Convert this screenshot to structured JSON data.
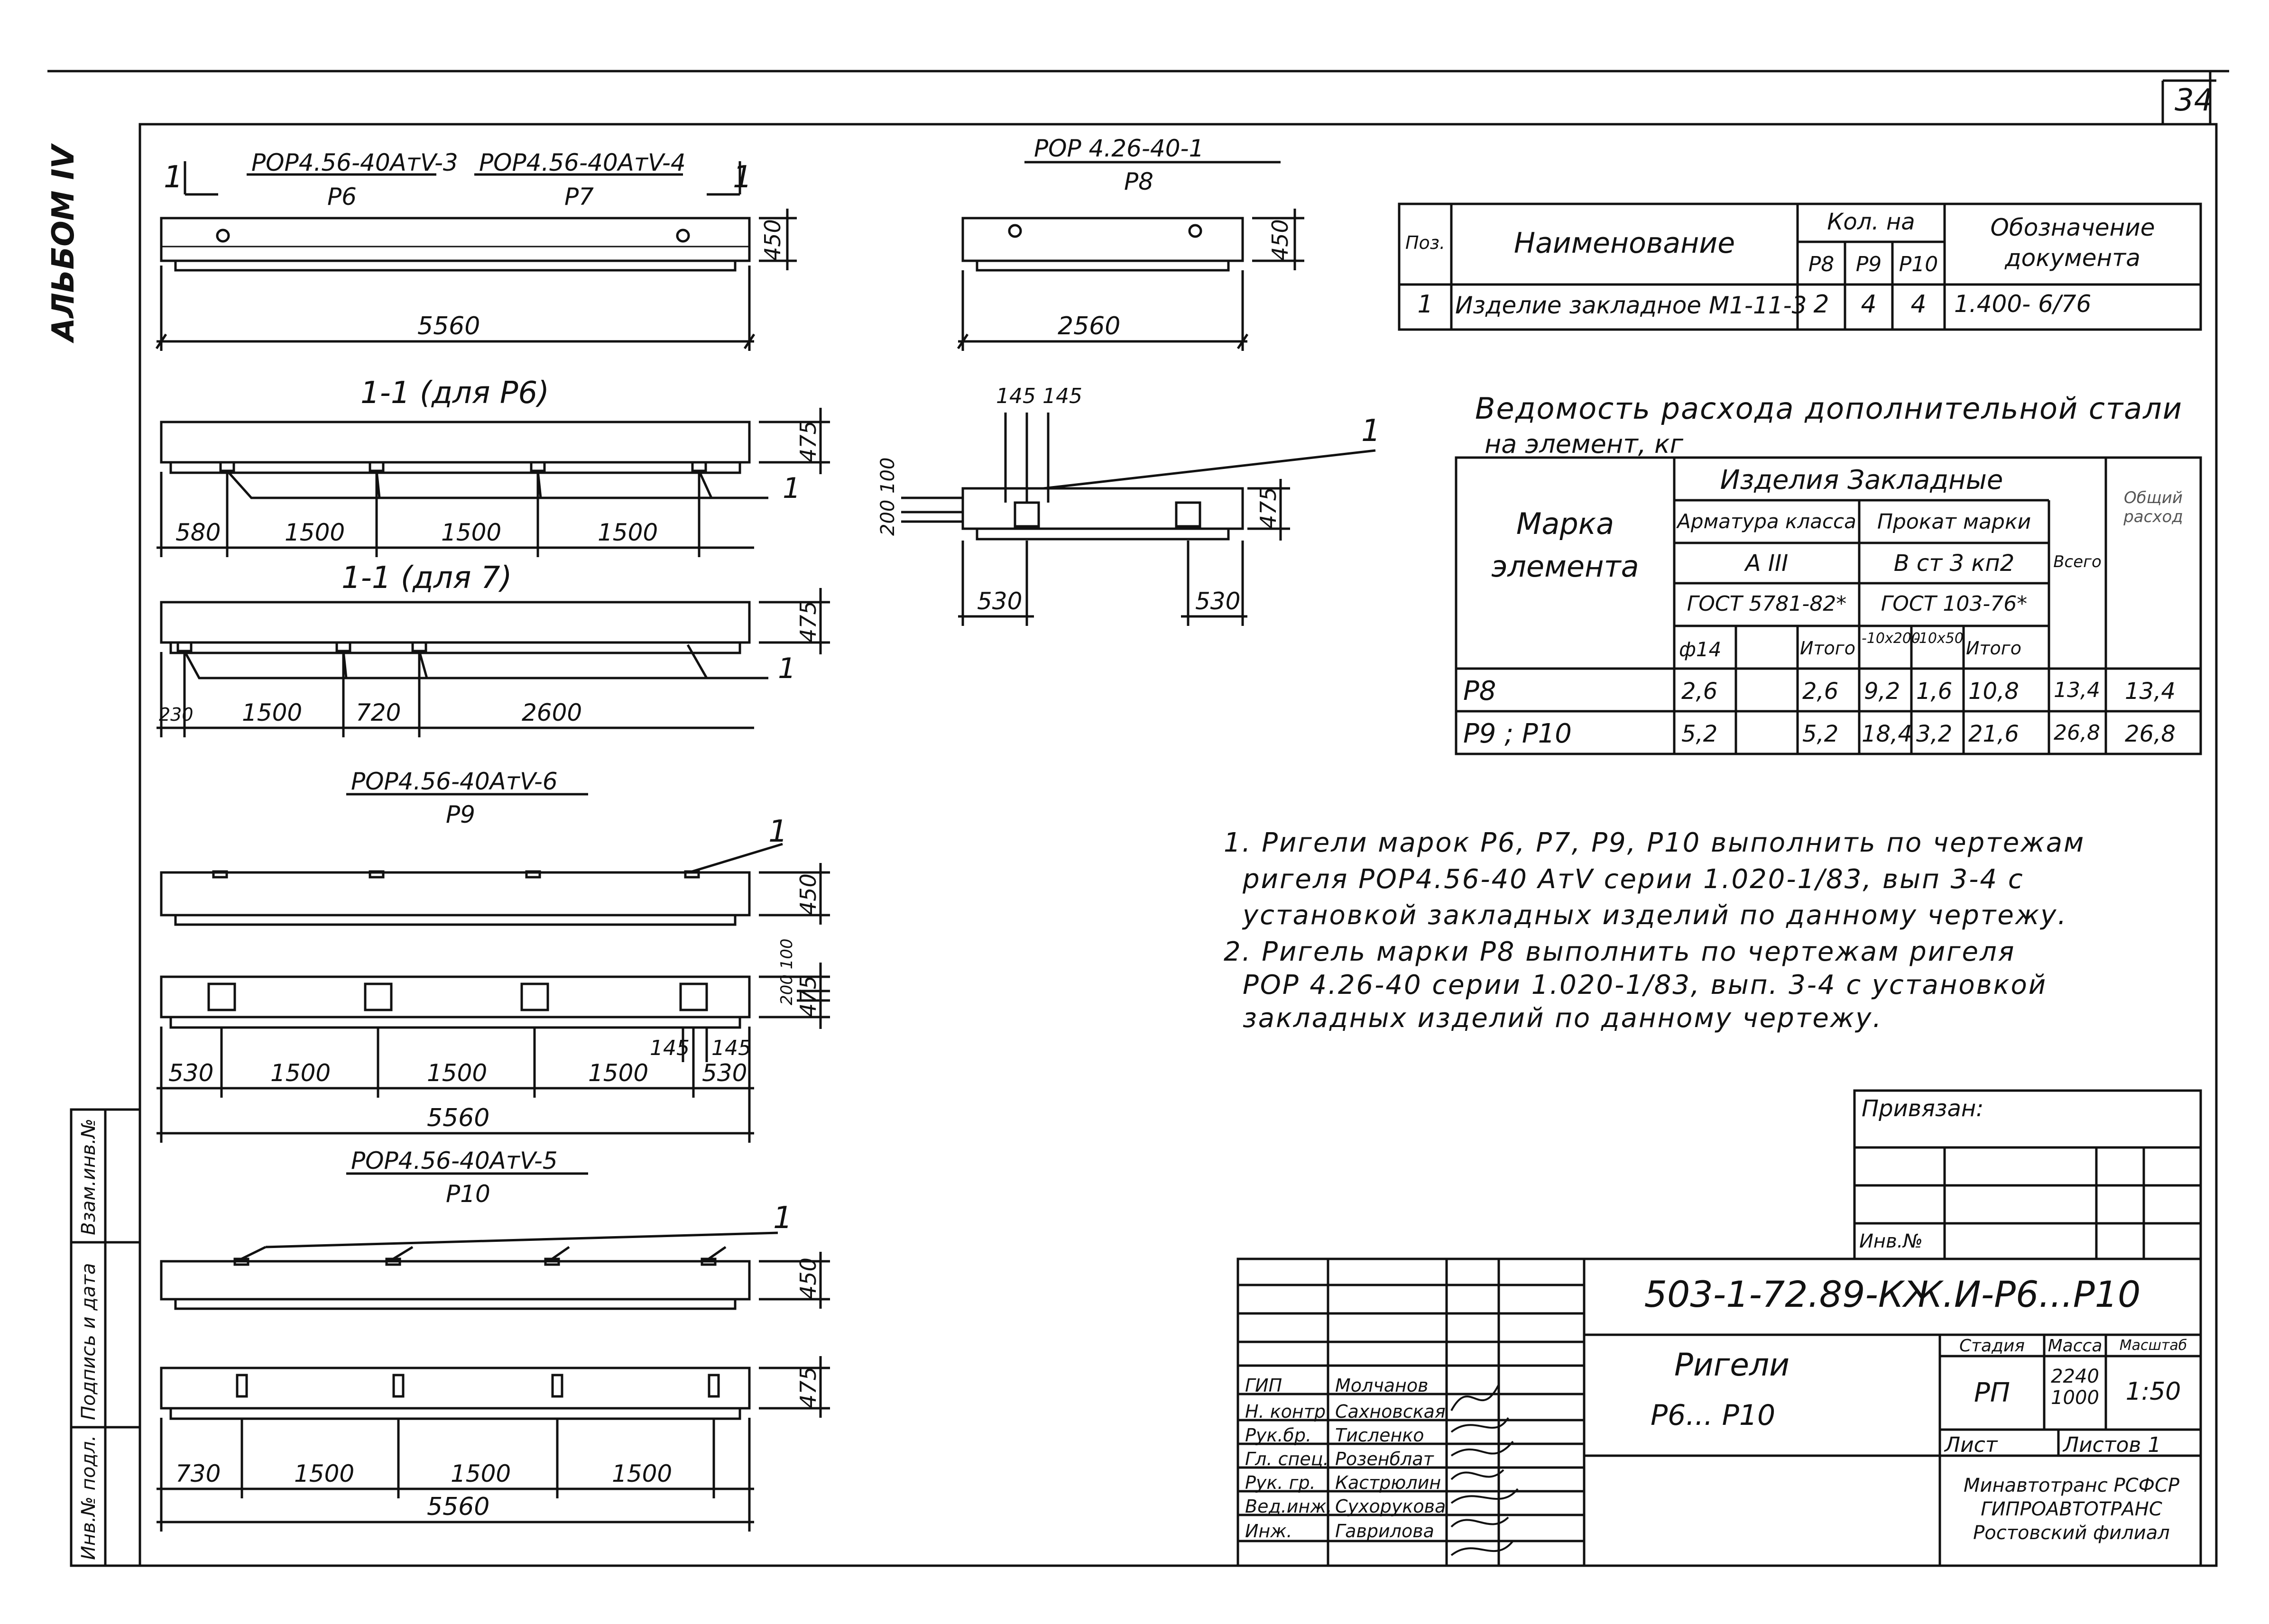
{
  "page_number": "34",
  "album": "АЛЬБОМ IV",
  "side_stamp": {
    "cells": [
      "Инв.№ подл.",
      "Подпись и дата",
      "Взам.инв.№"
    ]
  },
  "drawings": {
    "p6_label": "РОР4.56-40АтV-3",
    "p6_mark": "Р6",
    "p7_label": "РОР4.56-40АтV-4",
    "p7_mark": "Р7",
    "cut_left": "1",
    "cut_right": "1",
    "main_length": "5560",
    "main_height": "450",
    "section_p6_title": "1-1 (для Р6)",
    "section_p6_height": "475",
    "section_p6_dims": [
      "580",
      "1500",
      "1500",
      "1500"
    ],
    "section_p7_title": "1-1 (для 7)",
    "section_p7_height": "475",
    "section_p7_dims": [
      "230",
      "1500",
      "720",
      "2600"
    ],
    "item_marker": "1",
    "p8_label": "РОР 4.26-40-1",
    "p8_mark": "Р8",
    "p8_length": "2560",
    "p8_height": "450",
    "detail_top_dims": "145 145",
    "detail_left_dims": "200 100",
    "detail_height": "475",
    "detail_bottom_dims": [
      "530",
      "530"
    ],
    "p9_label": "РОР4.56-40АтV-6",
    "p9_mark": "Р9",
    "p9_height": "450",
    "p9_plan_height": "475",
    "p9_plan_side_dims": "200 100",
    "p9_insert_dims": [
      "145",
      "145"
    ],
    "p9_dims": [
      "530",
      "1500",
      "1500",
      "1500",
      "530"
    ],
    "p9_length": "5560",
    "p10_label": "РОР4.56-40АтV-5",
    "p10_mark": "Р10",
    "p10_height": "450",
    "p10_plan_height": "475",
    "p10_dims": [
      "730",
      "1500",
      "1500",
      "1500"
    ],
    "p10_length": "5560"
  },
  "spec_table": {
    "headers": {
      "pos": "Поз.",
      "name": "Наименование",
      "qty": "Кол. на",
      "doc": "Обозначение документа"
    },
    "qty_cols": [
      "Р8",
      "Р9",
      "Р10"
    ],
    "rows": [
      {
        "pos": "1",
        "name": "Изделие закладное М1-11-3",
        "q": [
          "2",
          "4",
          "4"
        ],
        "doc": "1.400- 6/76"
      }
    ]
  },
  "steel_table": {
    "title_line1": "Ведомость расхода дополнительной стали",
    "title_line2": "на элемент, кг",
    "headers": {
      "mark": "Марка элемента",
      "group": "Изделия Закладные",
      "rebar": "Арматура класса",
      "rebar_class": "А III",
      "rebar_gost": "ГОСТ 5781-82*",
      "rolled": "Прокат марки",
      "rolled_grade": "В ст 3 кп2",
      "rolled_gost": "ГОСТ 103-76*",
      "total": "Всего",
      "grand": "Общий расход",
      "d14": "ф14",
      "itogo": "Итого",
      "s1": "-10х200",
      "s2": "-10х50",
      "itogo2": "Итого"
    },
    "rows": [
      {
        "mark": "Р8",
        "d14": "2,6",
        "e": "",
        "it": "2,6",
        "a": "9,2",
        "b": "1,6",
        "it2": "10,8",
        "tot": "13,4",
        "grand": "13,4"
      },
      {
        "mark": "Р9 ; Р10",
        "d14": "5,2",
        "e": "",
        "it": "5,2",
        "a": "18,4",
        "b": "3,2",
        "it2": "21,6",
        "tot": "26,8",
        "grand": "26,8"
      }
    ]
  },
  "notes": [
    "1. Ригели марок Р6, Р7, Р9, Р10 выполнить по чертежам",
    "ригеля РОР4.56-40 АтV серии 1.020-1/83, вып 3-4 с",
    "установкой закладных изделий по данному чертежу.",
    "2. Ригель марки Р8 выполнить по чертежам ригеля",
    "РОР 4.26-40 серии 1.020-1/83, вып. 3-4 с установкой",
    "закладных изделий по данному чертежу."
  ],
  "bound": {
    "label": "Привязан:",
    "inv": "Инв.№"
  },
  "title_block": {
    "doc_code": "503-1-72.89-КЖ.И-Р6...Р10",
    "title_line1": "Ригели",
    "title_line2": "Р6... Р10",
    "stage_h": "Стадия",
    "mass_h": "Масса",
    "scale_h": "Масштаб",
    "stage": "РП",
    "mass_line1": "2240",
    "mass_line2": "1000",
    "scale": "1:50",
    "sheet": "Лист",
    "sheets": "Листов 1",
    "org_line1": "Минавтотранс РСФСР",
    "org_line2": "ГИПРОАВТОТРАНС",
    "org_line3": "Ростовский филиал",
    "people": [
      {
        "role": "ГИП",
        "name": "Молчанов"
      },
      {
        "role": "Н. контр.",
        "name": "Сахновская"
      },
      {
        "role": "Рук.бр.",
        "name": "Тисленко"
      },
      {
        "role": "Гл. спец.",
        "name": "Розенблат"
      },
      {
        "role": "Рук. гр.",
        "name": "Кастрюлин"
      },
      {
        "role": "Вед.инж.",
        "name": "Сухорукова"
      },
      {
        "role": "Инж.",
        "name": "Гаврилова"
      }
    ]
  }
}
